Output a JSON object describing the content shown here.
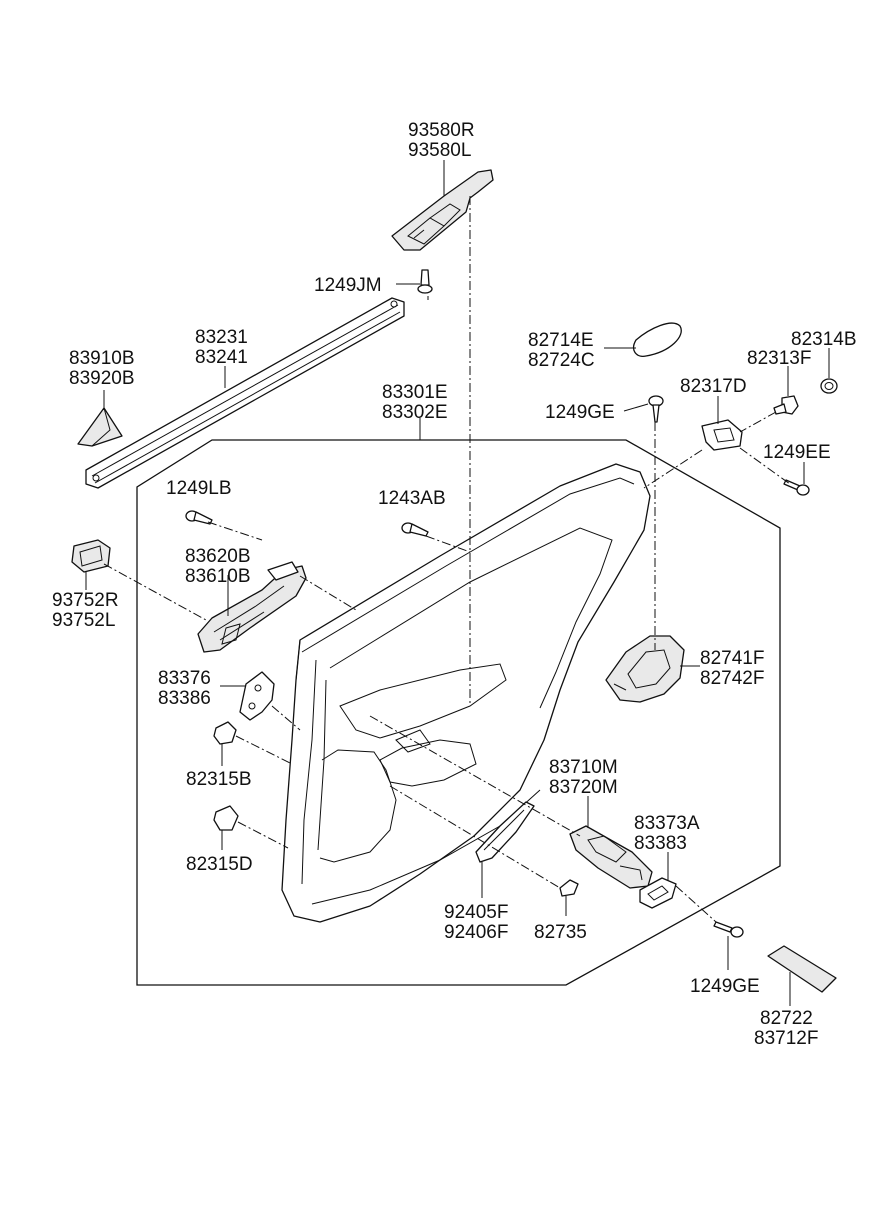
{
  "labels": [
    {
      "id": "l1",
      "lines": [
        "93580R",
        "93580L"
      ]
    },
    {
      "id": "l2",
      "lines": [
        "1249JM"
      ]
    },
    {
      "id": "l3",
      "lines": [
        "83231",
        "83241"
      ]
    },
    {
      "id": "l4",
      "lines": [
        "83910B",
        "83920B"
      ]
    },
    {
      "id": "l5",
      "lines": [
        "83301E",
        "83302E"
      ]
    },
    {
      "id": "l6",
      "lines": [
        "82714E",
        "82724C"
      ]
    },
    {
      "id": "l7",
      "lines": [
        "82314B"
      ]
    },
    {
      "id": "l8",
      "lines": [
        "82313F"
      ]
    },
    {
      "id": "l9",
      "lines": [
        "82317D"
      ]
    },
    {
      "id": "l10",
      "lines": [
        "1249GE"
      ]
    },
    {
      "id": "l11",
      "lines": [
        "1249EE"
      ]
    },
    {
      "id": "l12",
      "lines": [
        "1249LB"
      ]
    },
    {
      "id": "l13",
      "lines": [
        "1243AB"
      ]
    },
    {
      "id": "l14",
      "lines": [
        "83620B",
        "83610B"
      ]
    },
    {
      "id": "l15",
      "lines": [
        "93752R",
        "93752L"
      ]
    },
    {
      "id": "l16",
      "lines": [
        "82741F",
        "82742F"
      ]
    },
    {
      "id": "l17",
      "lines": [
        "83376",
        "83386"
      ]
    },
    {
      "id": "l18",
      "lines": [
        "82315B"
      ]
    },
    {
      "id": "l19",
      "lines": [
        "83710M",
        "83720M"
      ]
    },
    {
      "id": "l20",
      "lines": [
        "83373A",
        "83383"
      ]
    },
    {
      "id": "l21",
      "lines": [
        "82315D"
      ]
    },
    {
      "id": "l22",
      "lines": [
        "92405F",
        "92406F"
      ]
    },
    {
      "id": "l23",
      "lines": [
        "82735"
      ]
    },
    {
      "id": "l24",
      "lines": [
        "1249GE"
      ]
    },
    {
      "id": "l25",
      "lines": [
        "82722",
        "83712F"
      ]
    }
  ]
}
